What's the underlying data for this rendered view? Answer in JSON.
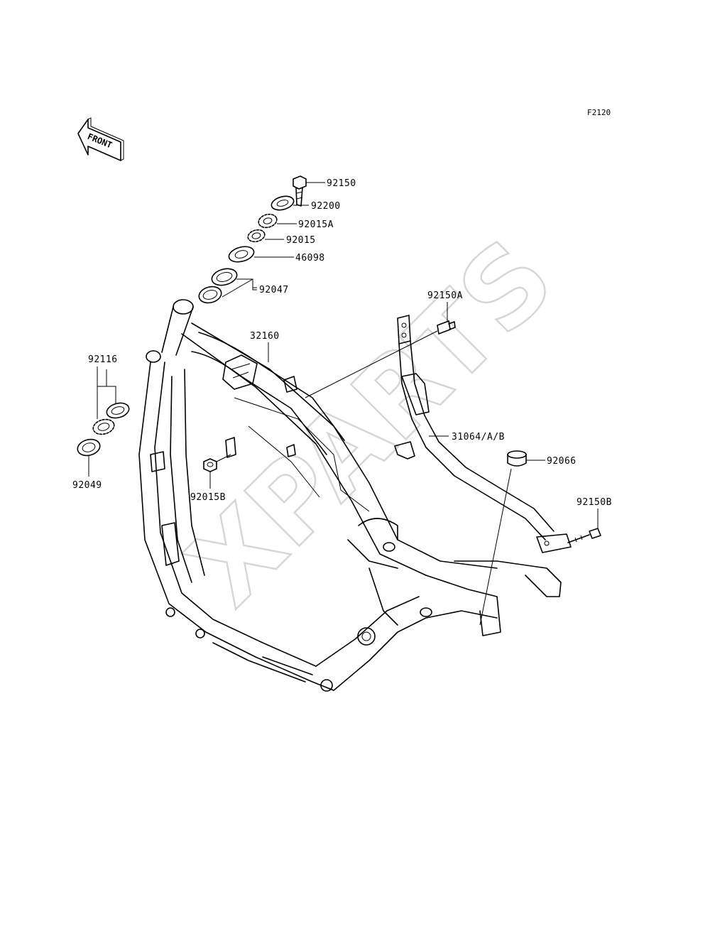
{
  "figure_code": "F2120",
  "front_indicator": "FRONT",
  "watermark": "XPARTS",
  "labels": {
    "p92150": "92150",
    "p92200": "92200",
    "p92015A": "92015A",
    "p92015": "92015",
    "p46098": "46098",
    "p92047": "92047",
    "p92150A": "92150A",
    "p32160": "32160",
    "p92116": "92116",
    "p92049": "92049",
    "p92015B": "92015B",
    "p31064": "31064/A/B",
    "p92066": "92066",
    "p92150B": "92150B"
  }
}
